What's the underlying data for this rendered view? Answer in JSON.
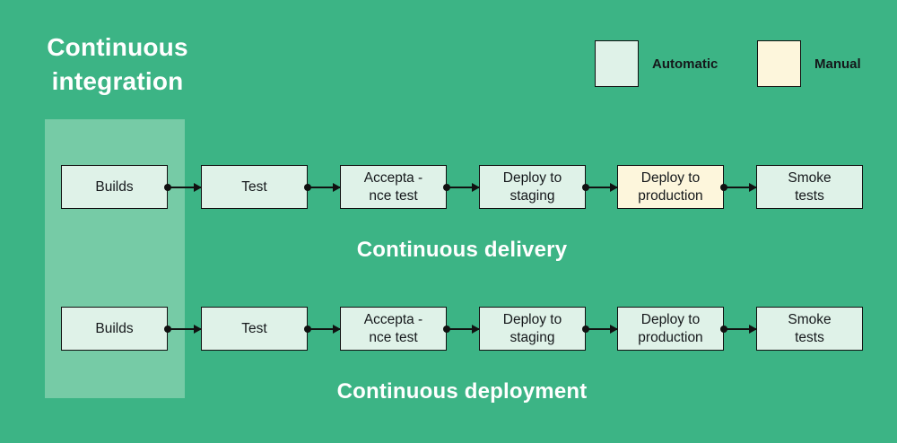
{
  "colors": {
    "background": "#3CB485",
    "band": "#76CBA6",
    "automatic": "#DFF2E8",
    "manual": "#FDF6DC",
    "border": "#111111",
    "light_text": "#FFFFFF",
    "dark_text": "#15181B"
  },
  "title": {
    "line1": "Continuous",
    "line2": "integration"
  },
  "legend": [
    {
      "label": "Automatic",
      "type": "automatic"
    },
    {
      "label": "Manual",
      "type": "manual"
    }
  ],
  "rows": [
    {
      "name": "delivery",
      "caption": "Continuous delivery",
      "steps": [
        {
          "label": "Builds",
          "lines": [
            "Builds"
          ],
          "type": "automatic"
        },
        {
          "label": "Test",
          "lines": [
            "Test"
          ],
          "type": "automatic"
        },
        {
          "label": "Accepta - nce test",
          "lines": [
            "Accepta -",
            "nce test"
          ],
          "type": "automatic"
        },
        {
          "label": "Deploy to staging",
          "lines": [
            "Deploy to",
            "staging"
          ],
          "type": "automatic"
        },
        {
          "label": "Deploy to production",
          "lines": [
            "Deploy to",
            "production"
          ],
          "type": "manual"
        },
        {
          "label": "Smoke tests",
          "lines": [
            "Smoke",
            "tests"
          ],
          "type": "automatic"
        }
      ]
    },
    {
      "name": "deployment",
      "caption": "Continuous deployment",
      "steps": [
        {
          "label": "Builds",
          "lines": [
            "Builds"
          ],
          "type": "automatic"
        },
        {
          "label": "Test",
          "lines": [
            "Test"
          ],
          "type": "automatic"
        },
        {
          "label": "Accepta - nce test",
          "lines": [
            "Accepta -",
            "nce test"
          ],
          "type": "automatic"
        },
        {
          "label": "Deploy to staging",
          "lines": [
            "Deploy to",
            "staging"
          ],
          "type": "automatic"
        },
        {
          "label": "Deploy to production",
          "lines": [
            "Deploy to",
            "production"
          ],
          "type": "automatic"
        },
        {
          "label": "Smoke tests",
          "lines": [
            "Smoke",
            "tests"
          ],
          "type": "automatic"
        }
      ]
    }
  ]
}
